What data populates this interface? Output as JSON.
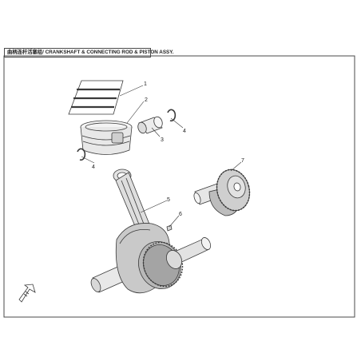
{
  "title": "曲柄连杆活塞组/ CRANKSHAFT & CONNECTING ROD & PISTON ASSY.",
  "callouts": [
    {
      "id": "1",
      "text": "1"
    },
    {
      "id": "2",
      "text": "2"
    },
    {
      "id": "3",
      "text": "3"
    },
    {
      "id": "4a",
      "text": "4"
    },
    {
      "id": "4b",
      "text": "4"
    },
    {
      "id": "5",
      "text": "5"
    },
    {
      "id": "6",
      "text": "6"
    },
    {
      "id": "7",
      "text": "7"
    }
  ],
  "colors": {
    "line": "#3a3a3a",
    "frame": "#4a4a4a",
    "fill_light": "#f2f2f2",
    "fill_mid": "#d9d9d9",
    "fill_dark": "#a8a8a8"
  },
  "icons": [
    "front-direction-arrow-icon"
  ]
}
